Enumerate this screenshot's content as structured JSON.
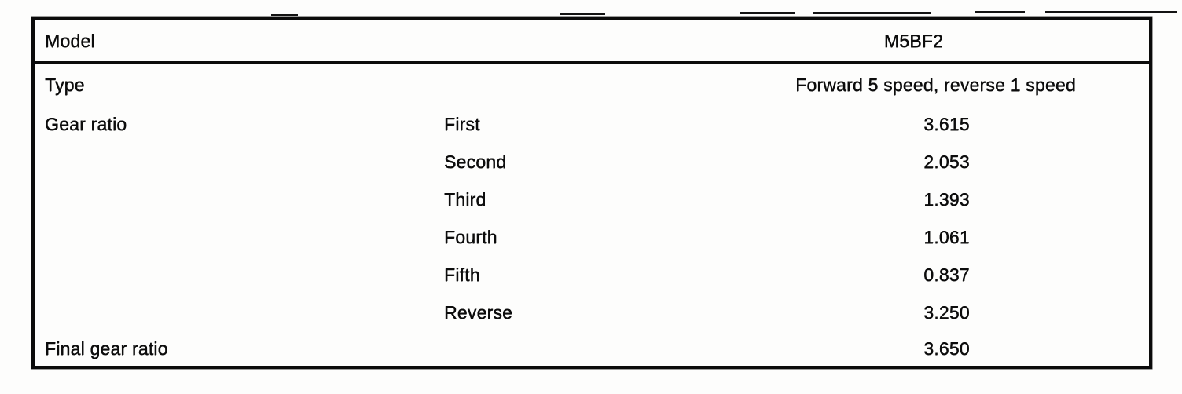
{
  "table": {
    "header": {
      "label": "Model",
      "value": "M5BF2"
    },
    "type_row": {
      "label": "Type",
      "value": "Forward 5 speed, reverse 1 speed"
    },
    "gear_section": {
      "label": "Gear ratio",
      "rows": [
        {
          "gear": "First",
          "ratio": "3.615"
        },
        {
          "gear": "Second",
          "ratio": "2.053"
        },
        {
          "gear": "Third",
          "ratio": "1.393"
        },
        {
          "gear": "Fourth",
          "ratio": "1.061"
        },
        {
          "gear": "Fifth",
          "ratio": "0.837"
        },
        {
          "gear": "Reverse",
          "ratio": "3.250"
        }
      ]
    },
    "final_row": {
      "label": "Final gear ratio",
      "value": "3.650"
    }
  },
  "colors": {
    "ink": "#0d0d0d",
    "paper": "#fdfdfc"
  }
}
